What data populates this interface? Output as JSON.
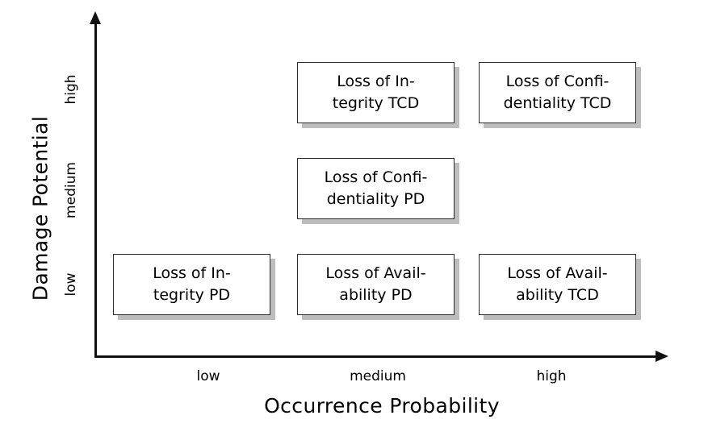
{
  "chart_data": {
    "type": "table",
    "title": "",
    "xlabel": "Occurrence Probability",
    "ylabel": "Damage Potential",
    "x_tick_labels": [
      "low",
      "medium",
      "high"
    ],
    "y_tick_labels": [
      "low",
      "medium",
      "high"
    ],
    "grid": false,
    "legend": "none",
    "cells": [
      {
        "x": "medium",
        "y": "high",
        "label": "Loss of In-\ntegrity TCD"
      },
      {
        "x": "high",
        "y": "high",
        "label": "Loss of Confi-\ndentiality TCD"
      },
      {
        "x": "medium",
        "y": "medium",
        "label": "Loss of Confi-\ndentiality PD"
      },
      {
        "x": "low",
        "y": "low",
        "label": "Loss of In-\ntegrity PD"
      },
      {
        "x": "medium",
        "y": "low",
        "label": "Loss of Avail-\nability PD"
      },
      {
        "x": "high",
        "y": "low",
        "label": "Loss of Avail-\nability TCD"
      }
    ],
    "empty_cells": [
      {
        "x": "low",
        "y": "high"
      },
      {
        "x": "low",
        "y": "medium"
      },
      {
        "x": "high",
        "y": "medium"
      }
    ],
    "colors": {
      "background": "#ffffff",
      "axis": "#111111",
      "box_fill": "#ffffff",
      "box_border": "#2b2b2b",
      "box_shadow": "#bdbdbd",
      "text": "#000000"
    }
  },
  "axes": {
    "y": {
      "title": "Damage Potential",
      "ticks": {
        "high": "high",
        "medium": "medium",
        "low": "low"
      }
    },
    "x": {
      "title": "Occurrence Probability",
      "ticks": {
        "low": "low",
        "medium": "medium",
        "high": "high"
      }
    }
  },
  "boxes": {
    "integrity_tcd": "Loss of In-\ntegrity TCD",
    "confidentiality_tcd": "Loss of Confi-\ndentiality TCD",
    "confidentiality_pd": "Loss of Confi-\ndentiality PD",
    "integrity_pd": "Loss of In-\ntegrity PD",
    "availability_pd": "Loss of Avail-\nability PD",
    "availability_tcd": "Loss of Avail-\nability TCD"
  }
}
